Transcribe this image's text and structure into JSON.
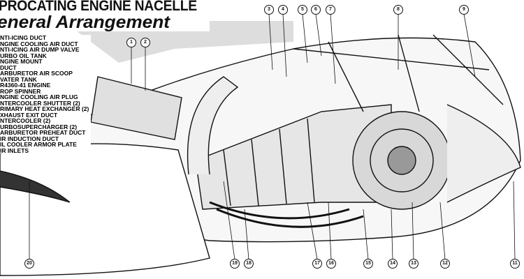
{
  "title": {
    "line1": "PROCATING ENGINE NACELLE",
    "line2": "eneral Arrangement"
  },
  "legend": [
    "NTI-ICING DUCT",
    "NGINE COOLING AIR DUCT",
    "NTI-ICING AIR DUMP VALVE",
    "URBO OIL TANK",
    "NGINE MOUNT",
    "DUCT",
    "ARBURETOR AIR SCOOP",
    "VATER TANK",
    "R4360-41 ENGINE",
    "ROP SPINNER",
    "NGINE COOLING AIR PLUG",
    "NTERCOOLER SHUTTER (2)",
    "RIMARY HEAT EXCHANGER (2)",
    "XHAUST EXIT DUCT",
    "NTERCOOLER (2)",
    "URBOSUPERCHARGER (2)",
    "ARBURETOR PREHEAT DUCT",
    "IR INDUCTION DUCT",
    "IL COOLER ARMOR PLATE",
    "IR INLETS"
  ],
  "callouts": [
    "1",
    "2",
    "3",
    "4",
    "5",
    "6",
    "7",
    "8",
    "9",
    "11",
    "12",
    "13",
    "14",
    "15",
    "16",
    "17",
    "18",
    "19",
    "20"
  ]
}
